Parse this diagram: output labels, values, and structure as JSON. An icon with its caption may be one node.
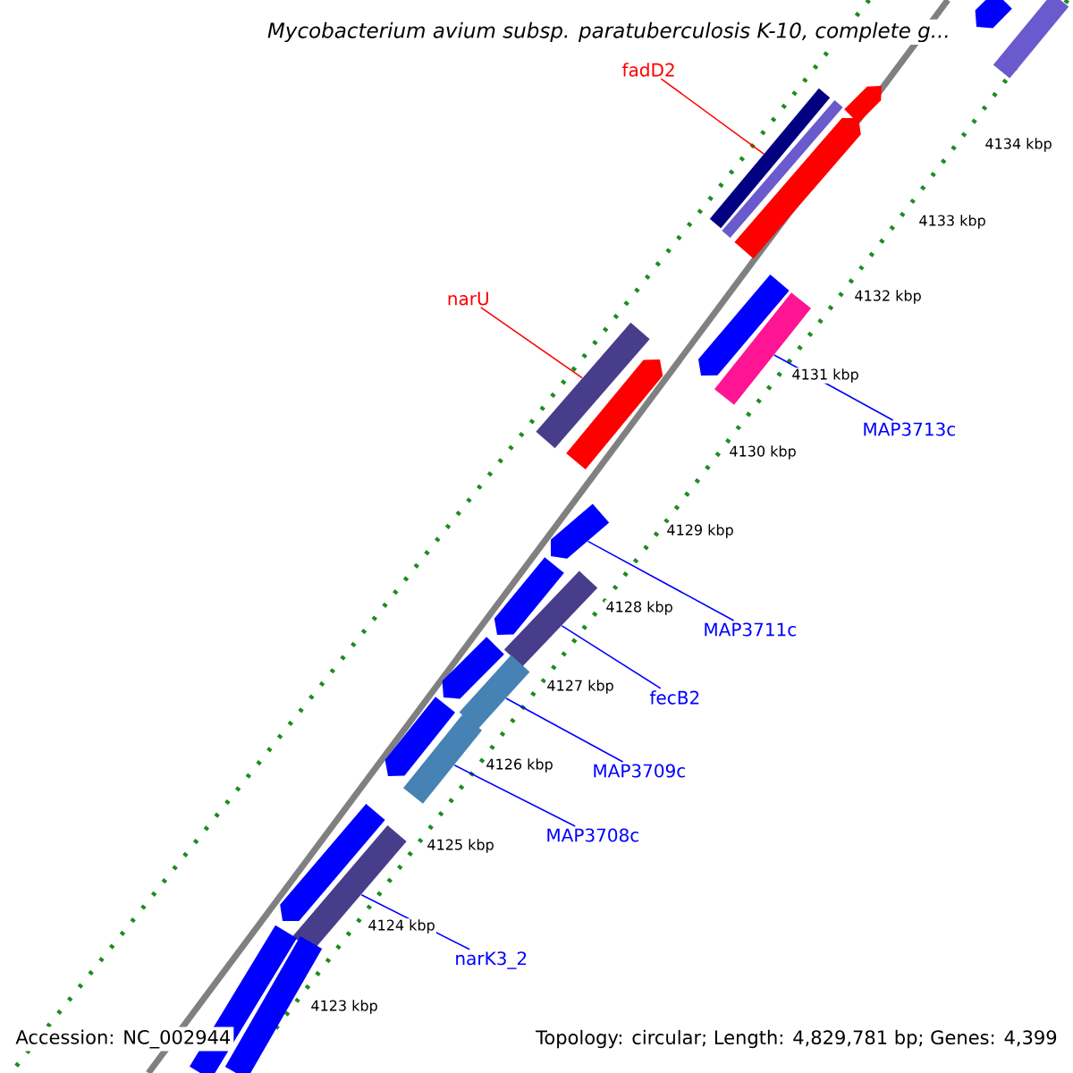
{
  "diagram": {
    "title": "Mycobacterium avium subsp. paratuberculosis K-10, complete g...",
    "nodes": [
      {
        "text": [
          "fadD2"
        ]
      },
      {
        "text": [
          "narU"
        ]
      },
      {
        "text": [
          "MAP3713c"
        ]
      },
      {
        "text": [
          "MAP3711c"
        ]
      },
      {
        "text": [
          "fecB2"
        ]
      },
      {
        "text": [
          "MAP3709c"
        ]
      },
      {
        "text": [
          "MAP3708c"
        ]
      },
      {
        "text": [
          "narK3_2"
        ]
      },
      {
        "text": [],
        "shape": "bar"
      },
      {
        "text": [],
        "shape": "bar"
      },
      {
        "text": [],
        "shape": "bar"
      },
      {
        "text": [],
        "shape": "bar"
      },
      {
        "text": [],
        "shape": "bar"
      },
      {
        "text": [],
        "shape": "bar"
      },
      {
        "text": [],
        "shape": "bar"
      },
      {
        "text": [],
        "shape": "bar"
      },
      {
        "text": [],
        "shape": "bar"
      },
      {
        "text": [],
        "shape": "bar"
      },
      {
        "text": [],
        "shape": "bar"
      },
      {
        "text": [],
        "shape": "bar"
      },
      {
        "text": [],
        "shape": "bar"
      },
      {
        "text": [],
        "shape": "bar"
      },
      {
        "text": [],
        "shape": "bar"
      },
      {
        "text": [],
        "shape": "bar"
      },
      {
        "text": [],
        "shape": "bar"
      },
      {
        "text": [],
        "shape": "bar"
      },
      {
        "text": [],
        "shape": "bar"
      },
      {
        "text": [],
        "shape": "bar"
      },
      {
        "text": [],
        "shape": "bar"
      }
    ],
    "edges": [
      {
        "from": 0,
        "to": 11,
        "arrow": "none",
        "color": "#ff0000"
      },
      {
        "from": 1,
        "to": 16,
        "arrow": "none",
        "color": "#ff0000"
      },
      {
        "from": 2,
        "to": 15,
        "arrow": "none"
      },
      {
        "from": 3,
        "to": 18,
        "arrow": "none"
      },
      {
        "from": 4,
        "to": 20,
        "arrow": "none"
      },
      {
        "from": 5,
        "to": 22,
        "arrow": "none"
      },
      {
        "from": 6,
        "to": 24,
        "arrow": "none"
      },
      {
        "from": 7,
        "to": 26,
        "arrow": "none"
      }
    ],
    "labels": [
      "4134 kbp",
      "4133 kbp",
      "4132 kbp",
      "4131 kbp",
      "4130 kbp",
      "4129 kbp",
      "4128 kbp",
      "4127 kbp",
      "4126 kbp",
      "4125 kbp",
      "4124 kbp",
      "4123 kbp",
      "Accession: NC_002944",
      "Topology: circular; Length: 4,829,781 bp; Genes: 4,399"
    ]
  }
}
